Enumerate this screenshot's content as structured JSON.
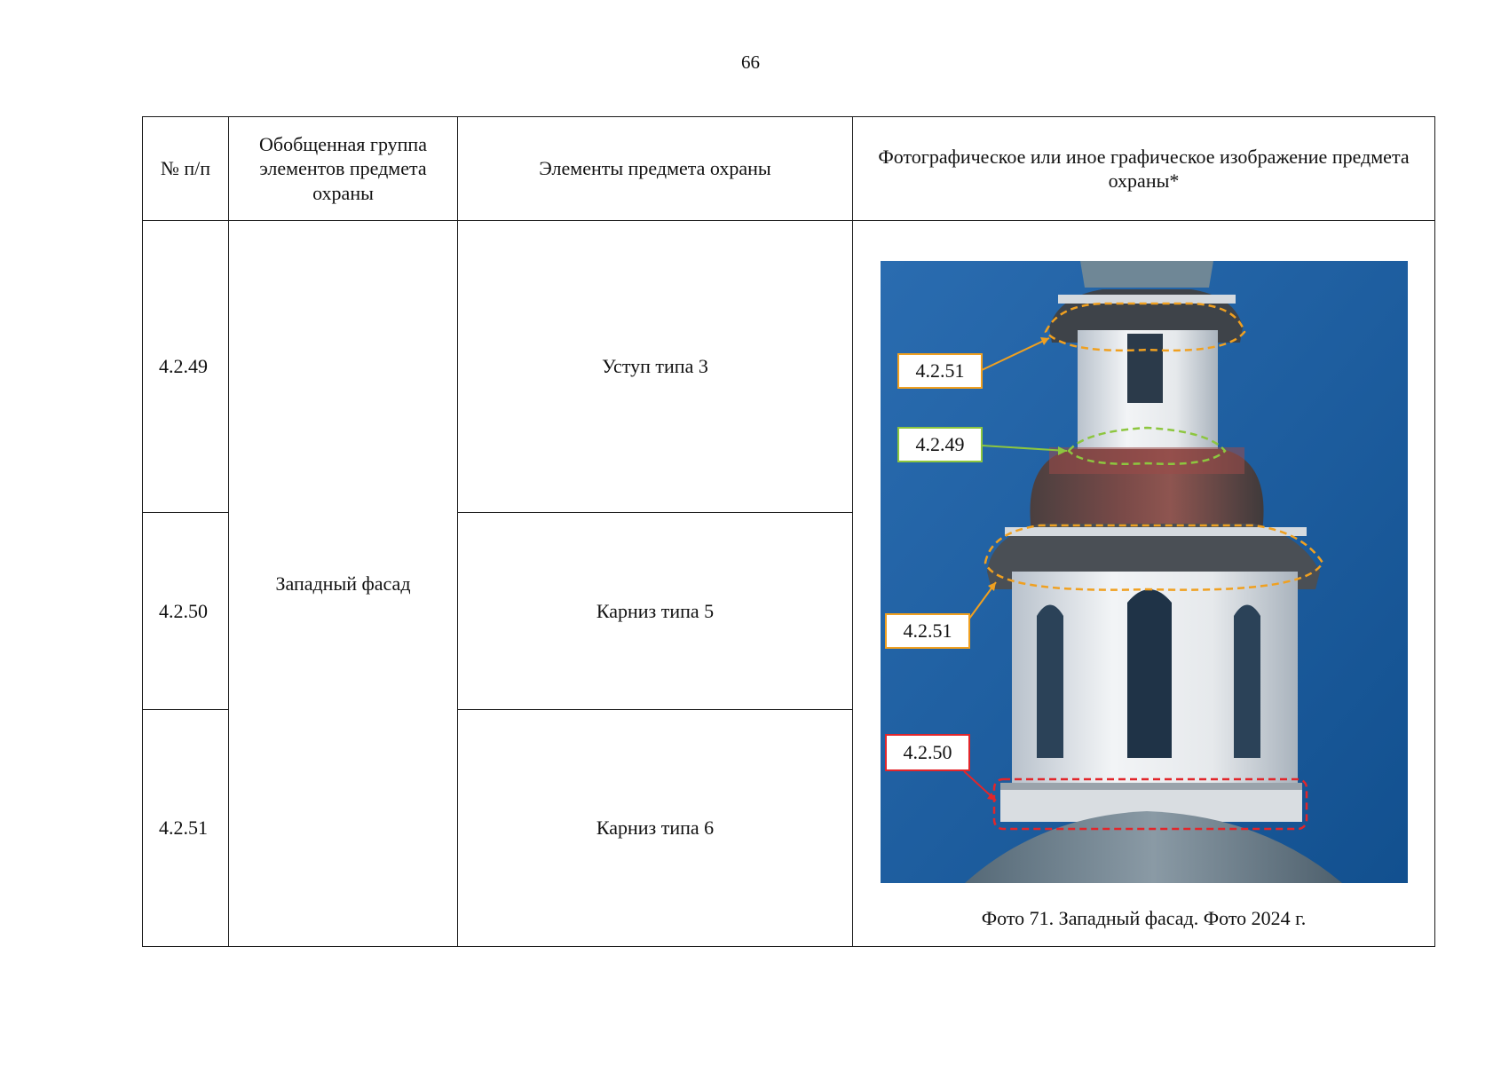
{
  "page": {
    "number": "66"
  },
  "table": {
    "headers": {
      "num": "№ п/п",
      "group": "Обобщенная группа элементов предмета охраны",
      "elements": "Элементы предмета охраны",
      "image": "Фотографическое или иное графическое изображение предмета охраны*"
    },
    "group_name": "Западный фасад",
    "rows": [
      {
        "num": "4.2.49",
        "element": "Уступ типа 3"
      },
      {
        "num": "4.2.50",
        "element": "Карниз типа 5"
      },
      {
        "num": "4.2.51",
        "element": "Карниз типа 6"
      }
    ]
  },
  "photo": {
    "caption": "Фото 71. Западный фасад. Фото 2024 г.",
    "labels": {
      "top_cornice": "4.2.51",
      "ledge": "4.2.49",
      "mid_cornice": "4.2.51",
      "base_cornice": "4.2.50"
    },
    "colors": {
      "sky": "#1f5fa0",
      "orange": "#f0a020",
      "green": "#8dc63f",
      "red": "#e2262b"
    }
  }
}
